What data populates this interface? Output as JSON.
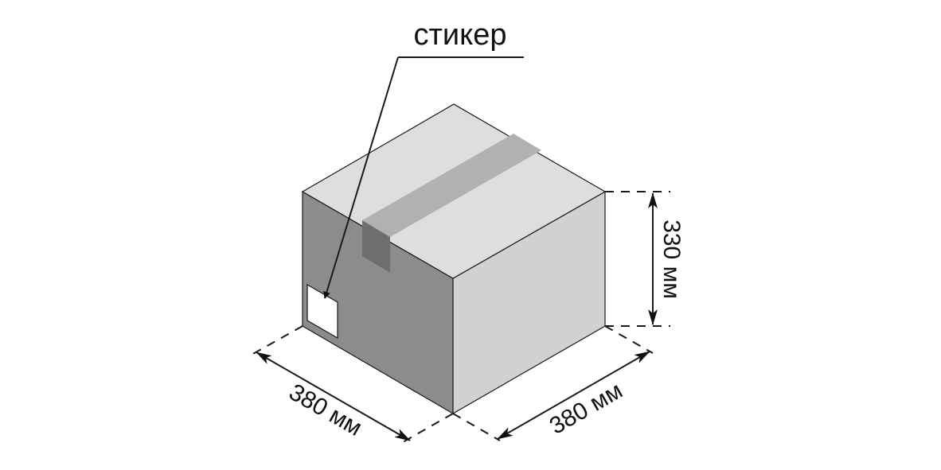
{
  "labels": {
    "sticker": "стикер",
    "height": "330 мм",
    "depth": "380 мм",
    "width": "380 мм"
  },
  "colors": {
    "top_face": "#dedede",
    "left_face": "#8c8c8c",
    "right_face": "#d1d1d1",
    "tape_top": "#b1b1b1",
    "tape_side": "#6e6e6e",
    "sticker": "#ffffff",
    "outline": "#1a1a1a"
  },
  "icons": {
    "box": "cardboard-box-icon"
  }
}
